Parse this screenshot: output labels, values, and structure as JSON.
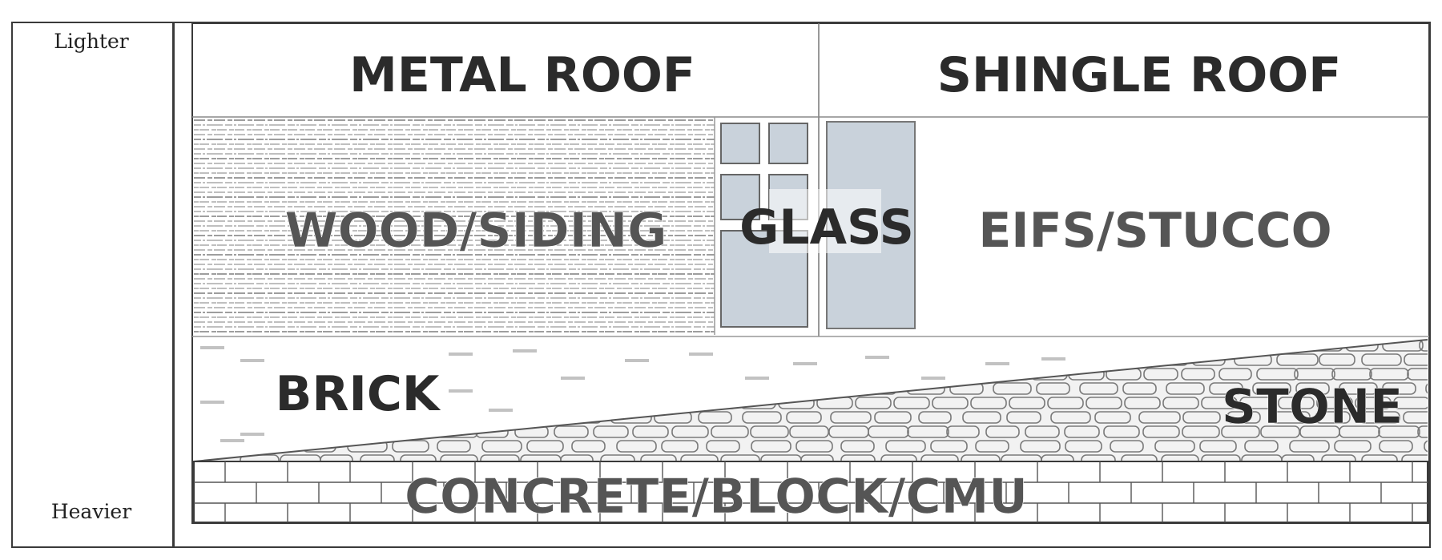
{
  "scale": {
    "top_label": "Lighter",
    "bottom_label": "Heavier"
  },
  "zones": {
    "metal_roof": "METAL ROOF",
    "shingle_roof": "SHINGLE ROOF",
    "wood_siding": "WOOD/SIDING",
    "glass": "GLASS",
    "eifs_stucco": "EIFS/STUCCO",
    "brick": "BRICK",
    "stone": "STONE",
    "concrete": "CONCRETE/BLOCK/CMU"
  },
  "colors": {
    "line": "#3a3a3a",
    "glass_fill": "#c9d2db",
    "label_dark": "#2b2b2b",
    "label_mid": "#555555",
    "stone_texture": "#8a8a8a"
  }
}
